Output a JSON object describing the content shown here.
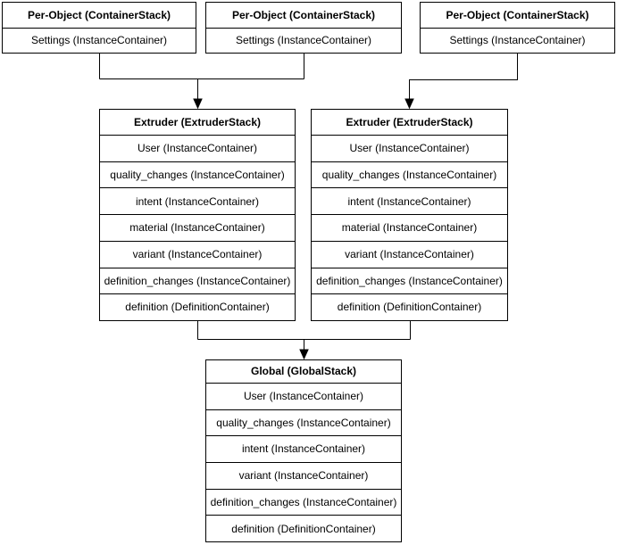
{
  "colors": {
    "background": "#ffffff",
    "border": "#000000",
    "text": "#000000"
  },
  "nodes": {
    "per_object_1": {
      "title": "Per-Object (ContainerStack)",
      "rows": [
        "Settings (InstanceContainer)"
      ]
    },
    "per_object_2": {
      "title": "Per-Object (ContainerStack)",
      "rows": [
        "Settings (InstanceContainer)"
      ]
    },
    "per_object_3": {
      "title": "Per-Object (ContainerStack)",
      "rows": [
        "Settings (InstanceContainer)"
      ]
    },
    "extruder_1": {
      "title": "Extruder (ExtruderStack)",
      "rows": [
        "User (InstanceContainer)",
        "quality_changes (InstanceContainer)",
        "intent (InstanceContainer)",
        "material (InstanceContainer)",
        "variant (InstanceContainer)",
        "definition_changes (InstanceContainer)",
        "definition (DefinitionContainer)"
      ]
    },
    "extruder_2": {
      "title": "Extruder (ExtruderStack)",
      "rows": [
        "User (InstanceContainer)",
        "quality_changes (InstanceContainer)",
        "intent (InstanceContainer)",
        "material (InstanceContainer)",
        "variant (InstanceContainer)",
        "definition_changes (InstanceContainer)",
        "definition (DefinitionContainer)"
      ]
    },
    "global": {
      "title": "Global (GlobalStack)",
      "rows": [
        "User (InstanceContainer)",
        "quality_changes (InstanceContainer)",
        "intent (InstanceContainer)",
        "variant (InstanceContainer)",
        "definition_changes (InstanceContainer)",
        "definition (DefinitionContainer)"
      ]
    }
  }
}
